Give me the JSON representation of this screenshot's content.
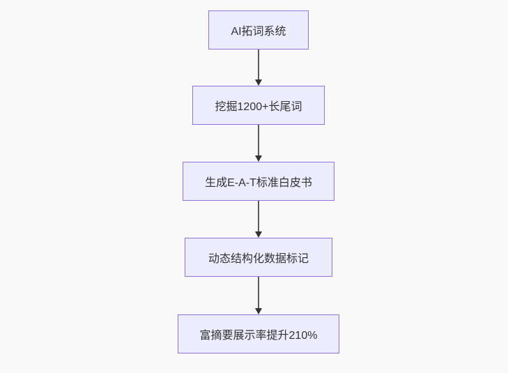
{
  "diagram": {
    "type": "flowchart",
    "direction": "top-down",
    "nodes": [
      {
        "id": "n1",
        "label": "AI拓词系统"
      },
      {
        "id": "n2",
        "label": "挖掘1200+长尾词"
      },
      {
        "id": "n3",
        "label": "生成E-A-T标准白皮书"
      },
      {
        "id": "n4",
        "label": "动态结构化数据标记"
      },
      {
        "id": "n5",
        "label": "富摘要展示率提升210%"
      }
    ],
    "edges": [
      {
        "from": "n1",
        "to": "n2",
        "style": "arrow-down"
      },
      {
        "from": "n2",
        "to": "n3",
        "style": "arrow-down"
      },
      {
        "from": "n3",
        "to": "n4",
        "style": "arrow-down"
      },
      {
        "from": "n4",
        "to": "n5",
        "style": "arrow-down"
      }
    ],
    "colors": {
      "node_fill": "#ececff",
      "node_border": "#9370db",
      "edge_line": "#5a5a5a",
      "arrowhead": "#333333",
      "text": "#333333",
      "background": "#f9f9f9"
    }
  }
}
